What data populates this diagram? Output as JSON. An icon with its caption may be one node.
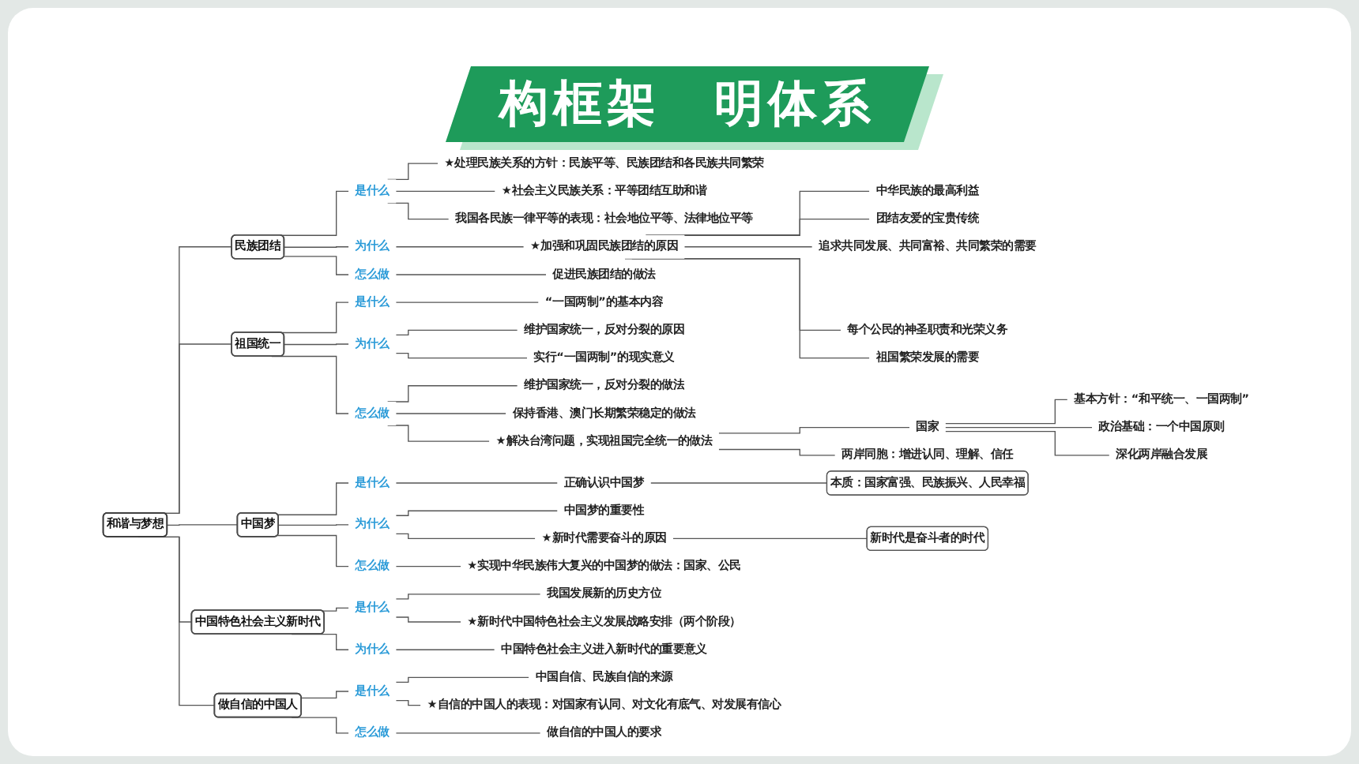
{
  "diagram": {
    "title": "构框架　明体系",
    "nodes": [
      {
        "text": [
          "和谐与梦想"
        ]
      },
      {
        "text": [
          "民族团结"
        ]
      },
      {
        "text": [
          "是什么"
        ]
      },
      {
        "text": [
          "★处理民族关系的方针：民族平等、民族团结和各民族共同繁荣"
        ]
      },
      {
        "text": [
          "★社会主义民族关系：平等团结互助和谐"
        ]
      },
      {
        "text": [
          "我国各民族一律平等的表现：社会地位平等、法律地位平等"
        ]
      },
      {
        "text": [
          "为什么"
        ]
      },
      {
        "text": [
          "★加强和巩固民族团结的原因"
        ]
      },
      {
        "text": [
          "中华民族的最高利益"
        ]
      },
      {
        "text": [
          "团结友爱的宝贵传统"
        ]
      },
      {
        "text": [
          "追求共同发展、共同富裕、共同繁荣的需要"
        ]
      },
      {
        "text": [
          "每个公民的神圣职责和光荣义务"
        ]
      },
      {
        "text": [
          "祖国繁荣发展的需要"
        ]
      },
      {
        "text": [
          "怎么做"
        ]
      },
      {
        "text": [
          "促进民族团结的做法"
        ]
      },
      {
        "text": [
          "祖国统一"
        ]
      },
      {
        "text": [
          "是什么"
        ]
      },
      {
        "text": [
          "“一国两制”的基本内容"
        ]
      },
      {
        "text": [
          "为什么"
        ]
      },
      {
        "text": [
          "维护国家统一，反对分裂的原因"
        ]
      },
      {
        "text": [
          "实行“一国两制”的现实意义"
        ]
      },
      {
        "text": [
          "怎么做"
        ]
      },
      {
        "text": [
          "维护国家统一，反对分裂的做法"
        ]
      },
      {
        "text": [
          "保持香港、澳门长期繁荣稳定的做法"
        ]
      },
      {
        "text": [
          "★解决台湾问题，实现祖国完全统一的做法"
        ]
      },
      {
        "text": [
          "国家"
        ]
      },
      {
        "text": [
          "基本方针：“和平统一、一国两制”"
        ]
      },
      {
        "text": [
          "政治基础：一个中国原则"
        ]
      },
      {
        "text": [
          "深化两岸融合发展"
        ]
      },
      {
        "text": [
          "两岸同胞：增进认同、理解、信任"
        ]
      },
      {
        "text": [
          "中国梦"
        ]
      },
      {
        "text": [
          "是什么"
        ]
      },
      {
        "text": [
          "正确认识中国梦"
        ]
      },
      {
        "text": [
          "本质：国家富强、民族振兴、人民幸福"
        ]
      },
      {
        "text": [
          "为什么"
        ]
      },
      {
        "text": [
          "中国梦的重要性"
        ]
      },
      {
        "text": [
          "★新时代需要奋斗的原因"
        ]
      },
      {
        "text": [
          "新时代是奋斗者的时代"
        ]
      },
      {
        "text": [
          "怎么做"
        ]
      },
      {
        "text": [
          "★实现中华民族伟大复兴的中国梦的做法：国家、公民"
        ]
      },
      {
        "text": [
          "中国特色社会主义新时代"
        ]
      },
      {
        "text": [
          "是什么"
        ]
      },
      {
        "text": [
          "我国发展新的历史方位"
        ]
      },
      {
        "text": [
          "★新时代中国特色社会主义发展战略安排（两个阶段）"
        ]
      },
      {
        "text": [
          "为什么"
        ]
      },
      {
        "text": [
          "中国特色社会主义进入新时代的重要意义"
        ]
      },
      {
        "text": [
          "做自信的中国人"
        ]
      },
      {
        "text": [
          "是什么"
        ]
      },
      {
        "text": [
          "中国自信、民族自信的来源"
        ]
      },
      {
        "text": [
          "★自信的中国人的表现：对国家有认同、对文化有底气、对发展有信心"
        ]
      },
      {
        "text": [
          "怎么做"
        ]
      },
      {
        "text": [
          "做自信的中国人的要求"
        ]
      }
    ],
    "edges": [
      {
        "from": 0,
        "to": 1,
        "arrow": "none"
      },
      {
        "from": 1,
        "to": 2,
        "arrow": "none"
      },
      {
        "from": 2,
        "to": 3,
        "arrow": "none"
      },
      {
        "from": 2,
        "to": 4,
        "arrow": "none"
      },
      {
        "from": 2,
        "to": 5,
        "arrow": "none"
      },
      {
        "from": 1,
        "to": 6,
        "arrow": "none"
      },
      {
        "from": 6,
        "to": 7,
        "arrow": "none"
      },
      {
        "from": 7,
        "to": 8,
        "arrow": "none"
      },
      {
        "from": 7,
        "to": 9,
        "arrow": "none"
      },
      {
        "from": 7,
        "to": 10,
        "arrow": "none"
      },
      {
        "from": 7,
        "to": 11,
        "arrow": "none"
      },
      {
        "from": 7,
        "to": 12,
        "arrow": "none"
      },
      {
        "from": 1,
        "to": 13,
        "arrow": "none"
      },
      {
        "from": 13,
        "to": 14,
        "arrow": "none"
      },
      {
        "from": 0,
        "to": 15,
        "arrow": "none"
      },
      {
        "from": 15,
        "to": 16,
        "arrow": "none"
      },
      {
        "from": 16,
        "to": 17,
        "arrow": "none"
      },
      {
        "from": 15,
        "to": 18,
        "arrow": "none"
      },
      {
        "from": 18,
        "to": 19,
        "arrow": "none"
      },
      {
        "from": 18,
        "to": 20,
        "arrow": "none"
      },
      {
        "from": 15,
        "to": 21,
        "arrow": "none"
      },
      {
        "from": 21,
        "to": 22,
        "arrow": "none"
      },
      {
        "from": 21,
        "to": 23,
        "arrow": "none"
      },
      {
        "from": 21,
        "to": 24,
        "arrow": "none"
      },
      {
        "from": 24,
        "to": 25,
        "arrow": "none"
      },
      {
        "from": 25,
        "to": 26,
        "arrow": "none"
      },
      {
        "from": 25,
        "to": 27,
        "arrow": "none"
      },
      {
        "from": 25,
        "to": 28,
        "arrow": "none"
      },
      {
        "from": 24,
        "to": 29,
        "arrow": "none"
      },
      {
        "from": 0,
        "to": 30,
        "arrow": "none"
      },
      {
        "from": 30,
        "to": 31,
        "arrow": "none"
      },
      {
        "from": 31,
        "to": 32,
        "arrow": "none"
      },
      {
        "from": 32,
        "to": 33,
        "arrow": "none"
      },
      {
        "from": 30,
        "to": 34,
        "arrow": "none"
      },
      {
        "from": 34,
        "to": 35,
        "arrow": "none"
      },
      {
        "from": 34,
        "to": 36,
        "arrow": "none"
      },
      {
        "from": 36,
        "to": 37,
        "arrow": "none"
      },
      {
        "from": 30,
        "to": 38,
        "arrow": "none"
      },
      {
        "from": 38,
        "to": 39,
        "arrow": "none"
      },
      {
        "from": 0,
        "to": 40,
        "arrow": "none"
      },
      {
        "from": 40,
        "to": 41,
        "arrow": "none"
      },
      {
        "from": 41,
        "to": 42,
        "arrow": "none"
      },
      {
        "from": 41,
        "to": 43,
        "arrow": "none"
      },
      {
        "from": 40,
        "to": 44,
        "arrow": "none"
      },
      {
        "from": 44,
        "to": 45,
        "arrow": "none"
      },
      {
        "from": 0,
        "to": 46,
        "arrow": "none"
      },
      {
        "from": 46,
        "to": 47,
        "arrow": "none"
      },
      {
        "from": 47,
        "to": 48,
        "arrow": "none"
      },
      {
        "from": 47,
        "to": 49,
        "arrow": "none"
      },
      {
        "from": 46,
        "to": 50,
        "arrow": "none"
      },
      {
        "from": 50,
        "to": 51,
        "arrow": "none"
      }
    ]
  }
}
